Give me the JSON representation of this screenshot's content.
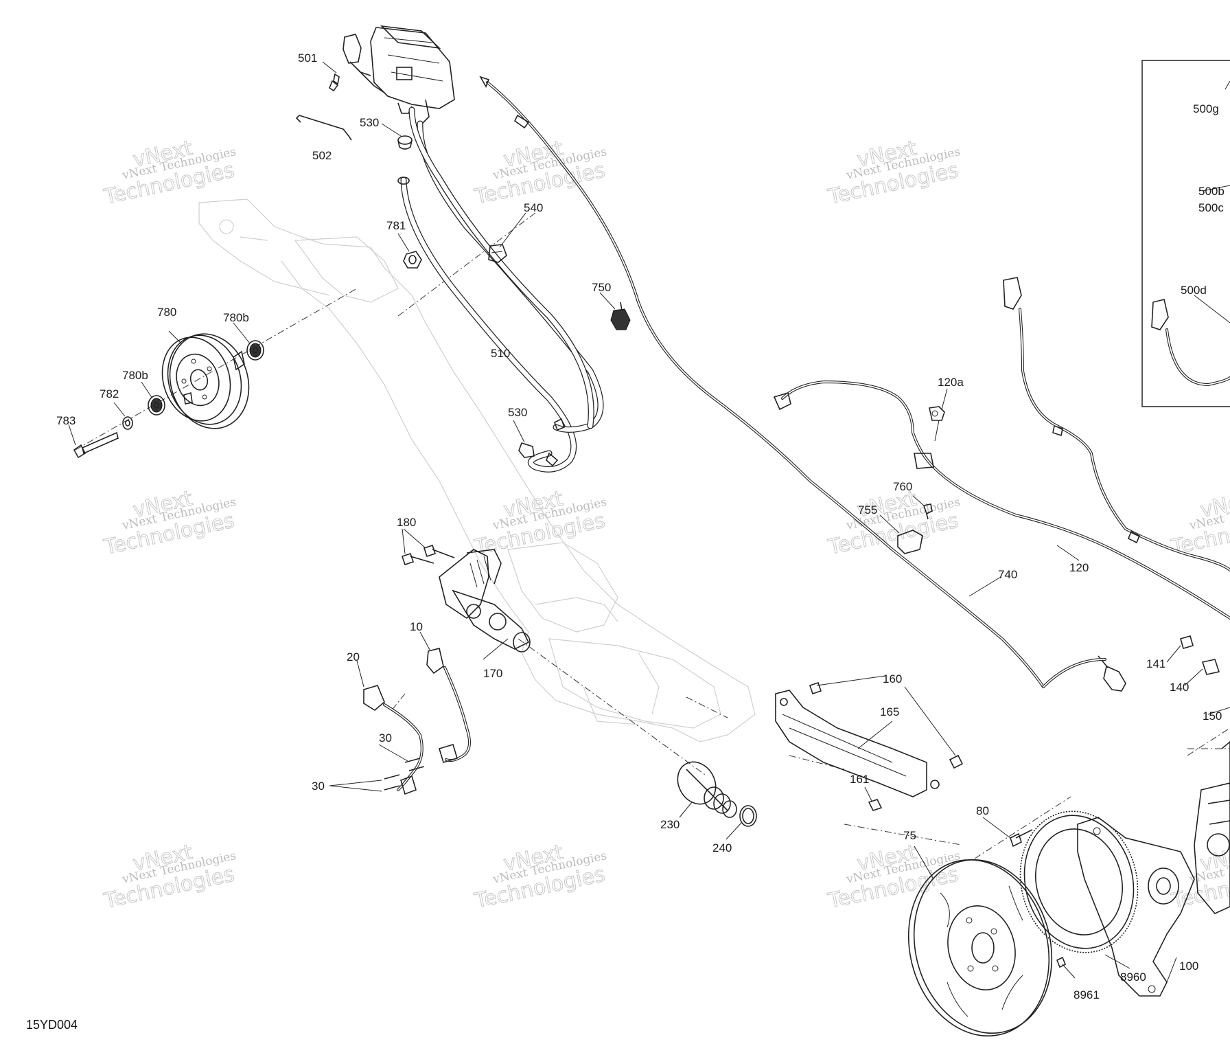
{
  "diagram_code": "15YD004",
  "watermark": {
    "line1": "vNext",
    "line2": "vNext Technologies",
    "line3": "Technologies"
  },
  "callouts": {
    "c501": "501",
    "c502": "502",
    "c530a": "530",
    "c540": "540",
    "c781": "781",
    "c780": "780",
    "c780b_a": "780b",
    "c780b_b": "780b",
    "c782": "782",
    "c783": "783",
    "c750": "750",
    "c510": "510",
    "c530b": "530",
    "c180": "180",
    "c10": "10",
    "c20": "20",
    "c170": "170",
    "c30a": "30",
    "c30b": "30",
    "c230": "230",
    "c240": "240",
    "c120a": "120a",
    "c760": "760",
    "c755": "755",
    "c740": "740",
    "c120": "120",
    "c160": "160",
    "c165": "165",
    "c161": "161",
    "c141": "141",
    "c140": "140",
    "c150": "150",
    "c80": "80",
    "c75": "75",
    "c8960": "8960",
    "c8961": "8961",
    "c100": "100",
    "c500g": "500g",
    "c500b": "500b",
    "c500c": "500c",
    "c500d": "500d"
  }
}
